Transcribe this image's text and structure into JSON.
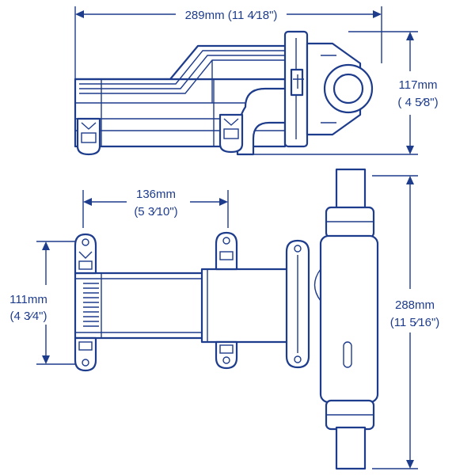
{
  "dimensions": {
    "length": {
      "metric": "289mm",
      "imperial": "(11 4⁄18\")"
    },
    "height": {
      "metric": "117mm",
      "imperial": "( 4 5⁄8\")"
    },
    "mount_spacing": {
      "metric": "136mm",
      "imperial": "(5 3⁄10\")"
    },
    "mount_width": {
      "metric": "111mm",
      "imperial": "(4 3⁄4\")"
    },
    "overall_height": {
      "metric": "288mm",
      "imperial": "(11 5⁄16\")"
    }
  },
  "colors": {
    "line": "#1e3c8c",
    "background": "#ffffff"
  }
}
